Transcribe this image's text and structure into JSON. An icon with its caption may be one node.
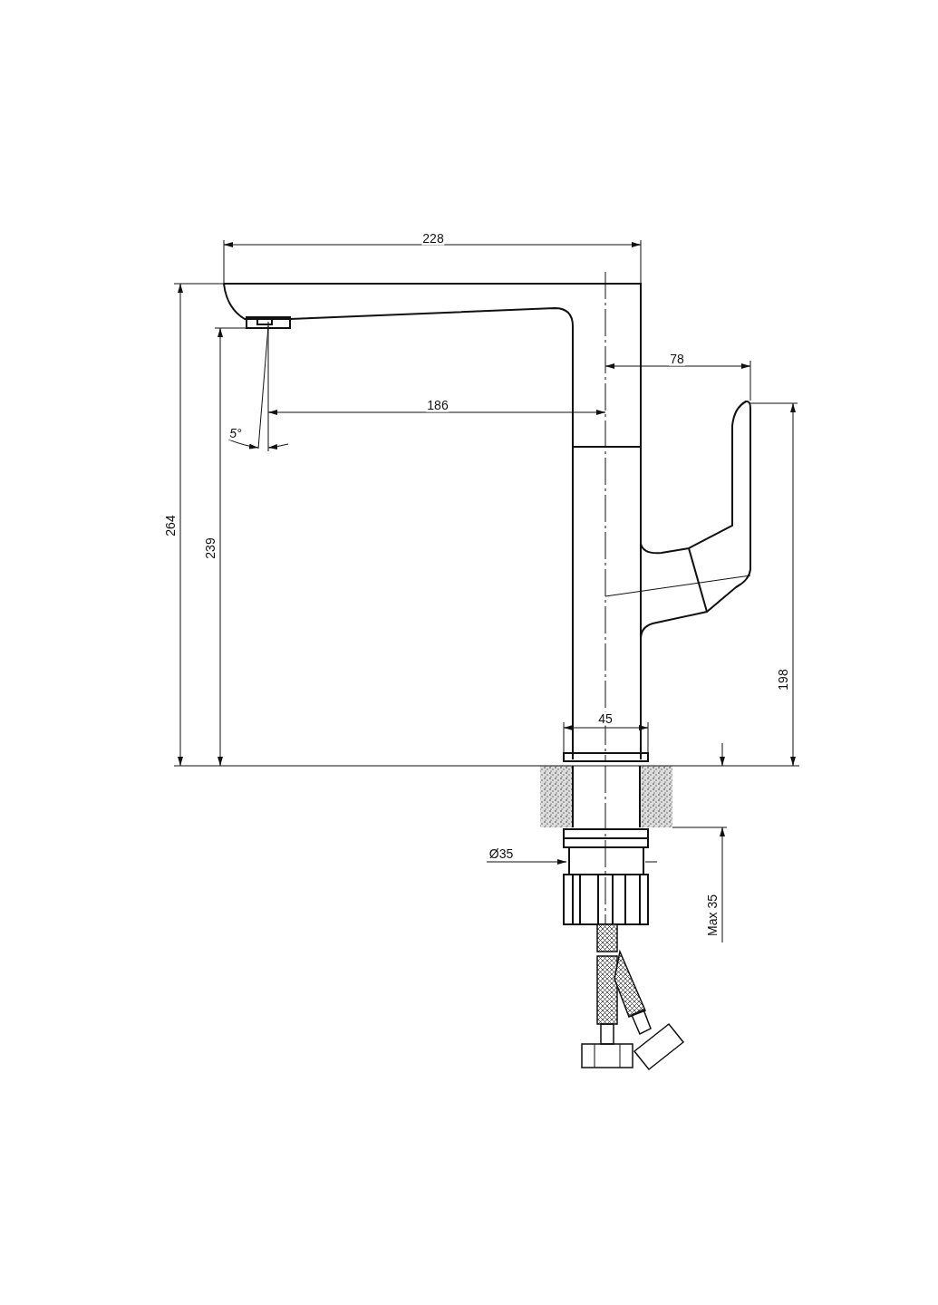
{
  "diagram": {
    "labels": [
      "228",
      "78",
      "186",
      "5°",
      "264",
      "239",
      "198",
      "45",
      "Ø35",
      "Max 35"
    ]
  }
}
